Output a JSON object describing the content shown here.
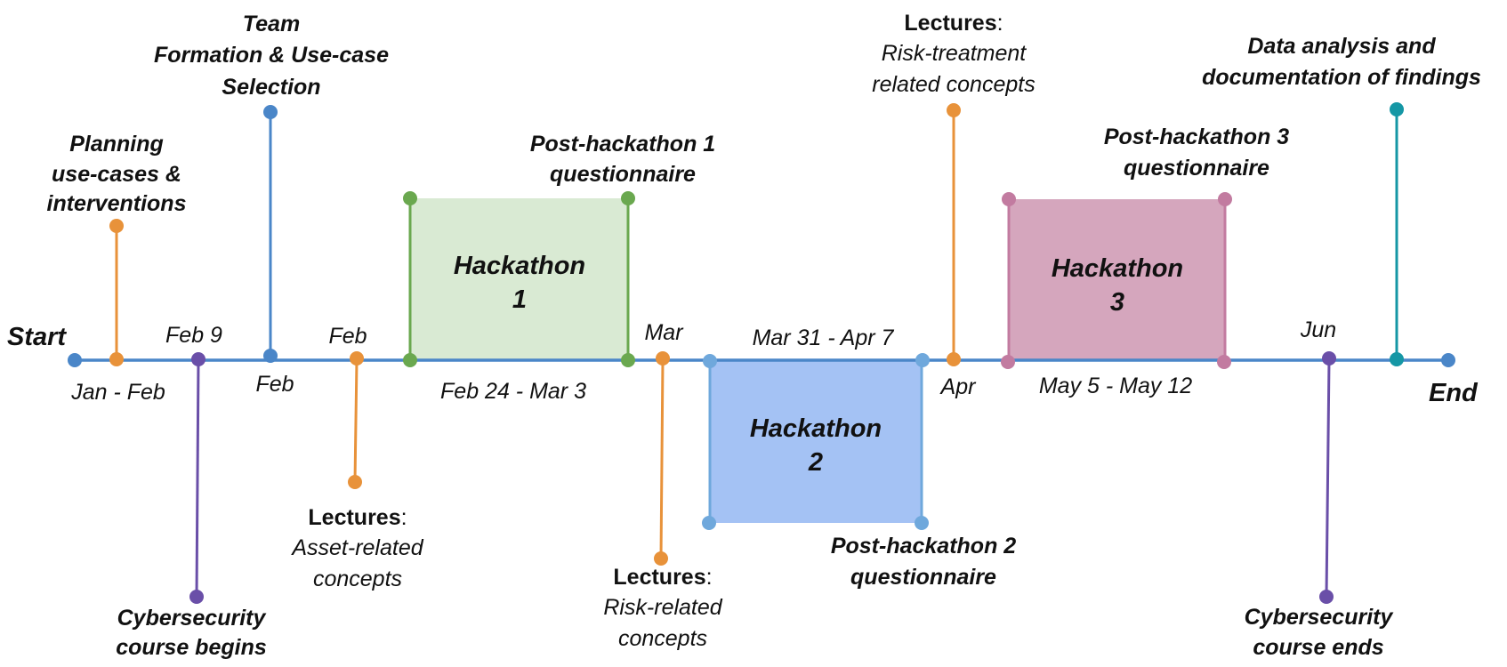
{
  "colors": {
    "axis": "#4a86c8",
    "orange": "#e8923a",
    "purple": "#6a4fa8",
    "blue": "#4a86c8",
    "green": "#6aa84f",
    "green_fill": "#d9ead3",
    "lightblue": "#6fa8dc",
    "lightblue_fill": "#a4c2f4",
    "pink": "#c27ba0",
    "pink_fill": "#d5a6bd",
    "teal": "#1597a5"
  },
  "timeline": {
    "start_label": "Start",
    "end_label": "End"
  },
  "dates": {
    "jan_feb": "Jan - Feb",
    "feb9": "Feb 9",
    "feb_low": "Feb",
    "feb_high": "Feb",
    "h1_range": "Feb 24 - Mar 3",
    "mar": "Mar",
    "h2_range": "Mar 31 - Apr 7",
    "apr": "Apr",
    "h3_range": "May 5 - May 12",
    "jun": "Jun"
  },
  "events": {
    "planning": [
      "Planning",
      "use-cases &",
      "interventions"
    ],
    "team": [
      "Team",
      "Formation & Use-case",
      "Selection"
    ],
    "course_begins": [
      "Cybersecurity",
      "course begins"
    ],
    "lectures_asset": {
      "title": "Lectures",
      "colon": ":",
      "lines": [
        "Asset-related",
        "concepts"
      ]
    },
    "post_h1": [
      "Post-hackathon 1",
      "questionnaire"
    ],
    "lectures_risk": {
      "title": "Lectures",
      "colon": ":",
      "lines": [
        "Risk-related",
        "concepts"
      ]
    },
    "post_h2": [
      "Post-hackathon 2",
      "questionnaire"
    ],
    "lectures_treatment": {
      "title": "Lectures",
      "colon": ":",
      "lines": [
        "Risk-treatment",
        "related concepts"
      ]
    },
    "post_h3": [
      "Post-hackathon 3",
      "questionnaire"
    ],
    "data_analysis": [
      "Data analysis and",
      "documentation of findings"
    ],
    "course_ends": [
      "Cybersecurity",
      "course ends"
    ]
  },
  "hackathons": {
    "h1": [
      "Hackathon",
      "1"
    ],
    "h2": [
      "Hackathon",
      "2"
    ],
    "h3": [
      "Hackathon",
      "3"
    ]
  }
}
